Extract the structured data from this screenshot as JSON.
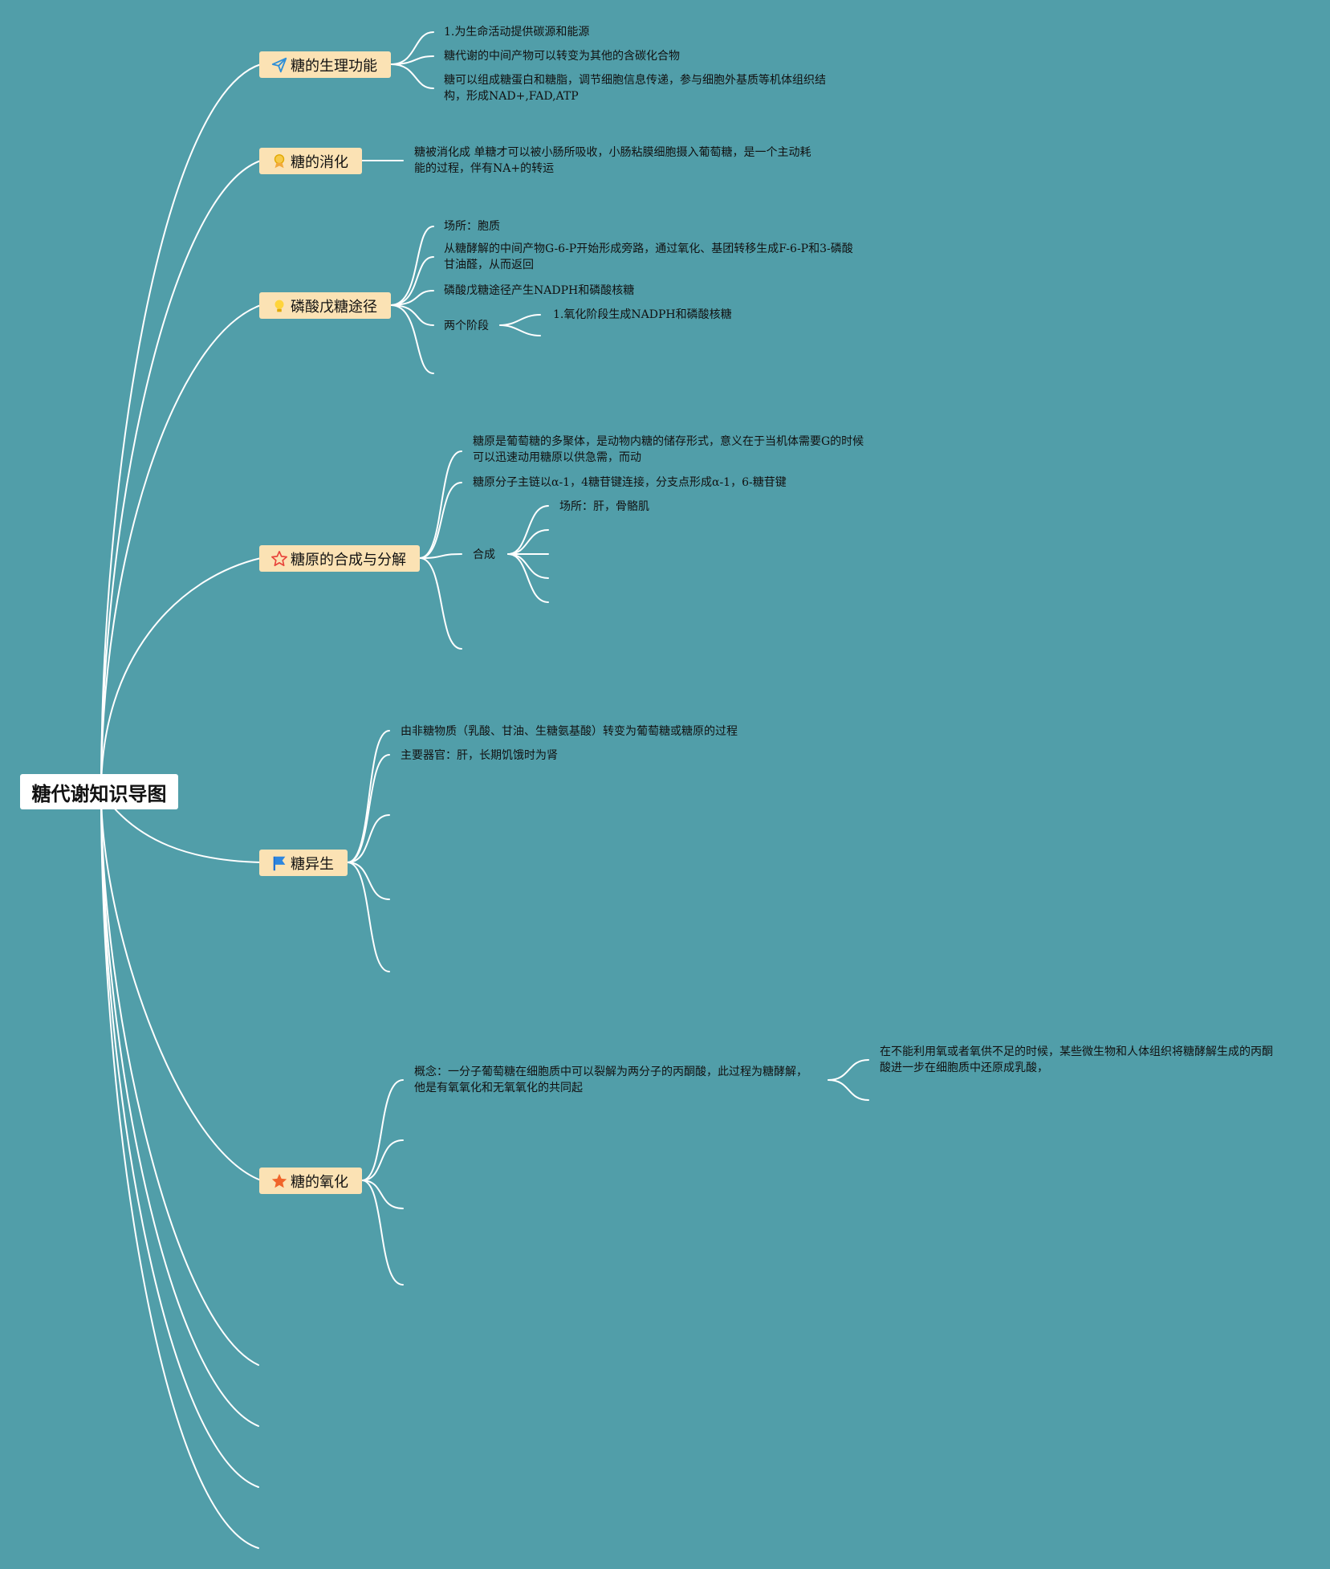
{
  "root": {
    "title": "糖代谢知识导图"
  },
  "branches": [
    {
      "label": "糖的生理功能",
      "icon": "paper-plane-icon",
      "leaves": [
        "1.为生命活动提供碳源和能源",
        "糖代谢的中间产物可以转变为其他的含碳化合物",
        "糖可以组成糖蛋白和糖脂，调节细胞信息传递，参与细胞外基质等机体组织结构，形成NAD+,FAD,ATP"
      ]
    },
    {
      "label": "糖的消化",
      "icon": "medal-icon",
      "leaves": [
        "糖被消化成 单糖才可以被小肠所吸收，小肠粘膜细胞摄入葡萄糖，是一个主动耗能的过程，伴有NA+的转运"
      ]
    },
    {
      "label": "磷酸戊糖途径",
      "icon": "lightbulb-icon",
      "leaves": [
        "场所：胞质",
        "从糖酵解的中间产物G-6-P开始形成旁路，通过氧化、基团转移生成F-6-P和3-磷酸甘油醛，从而返回",
        "磷酸戊糖途径产生NADPH和磷酸核糖",
        "两个阶段",
        "1.氧化阶段生成NADPH和磷酸核糖"
      ]
    },
    {
      "label": "糖原的合成与分解",
      "icon": "star-outline-icon",
      "leaves": [
        "糖原是葡萄糖的多聚体，是动物内糖的储存形式，意义在于当机体需要G的时候可以迅速动用糖原以供急需，而动",
        "糖原分子主链以α-1，4糖苷键连接，分支点形成α-1，6-糖苷键",
        "合成",
        "场所：肝，骨骼肌"
      ]
    },
    {
      "label": "糖异生",
      "icon": "flag-icon",
      "leaves": [
        "由非糖物质（乳酸、甘油、生糖氨基酸）转变为葡萄糖或糖原的过程",
        "主要器官：肝，长期饥饿时为肾"
      ]
    },
    {
      "label": "糖的氧化",
      "icon": "star-filled-icon",
      "leaves": [
        "概念：一分子葡萄糖在细胞质中可以裂解为两分子的丙酮酸，此过程为糖酵解，他是有氧氧化和无氧氧化的共同起",
        "在不能利用氧或者氧供不足的时候，某些微生物和人体组织将糖酵解生成的丙酮酸进一步在细胞质中还原成乳酸，"
      ]
    }
  ],
  "colors": {
    "background": "#519ea9",
    "branch_fill": "#fbe2b4",
    "root_fill": "#ffffff",
    "connector": "#ffffff"
  }
}
